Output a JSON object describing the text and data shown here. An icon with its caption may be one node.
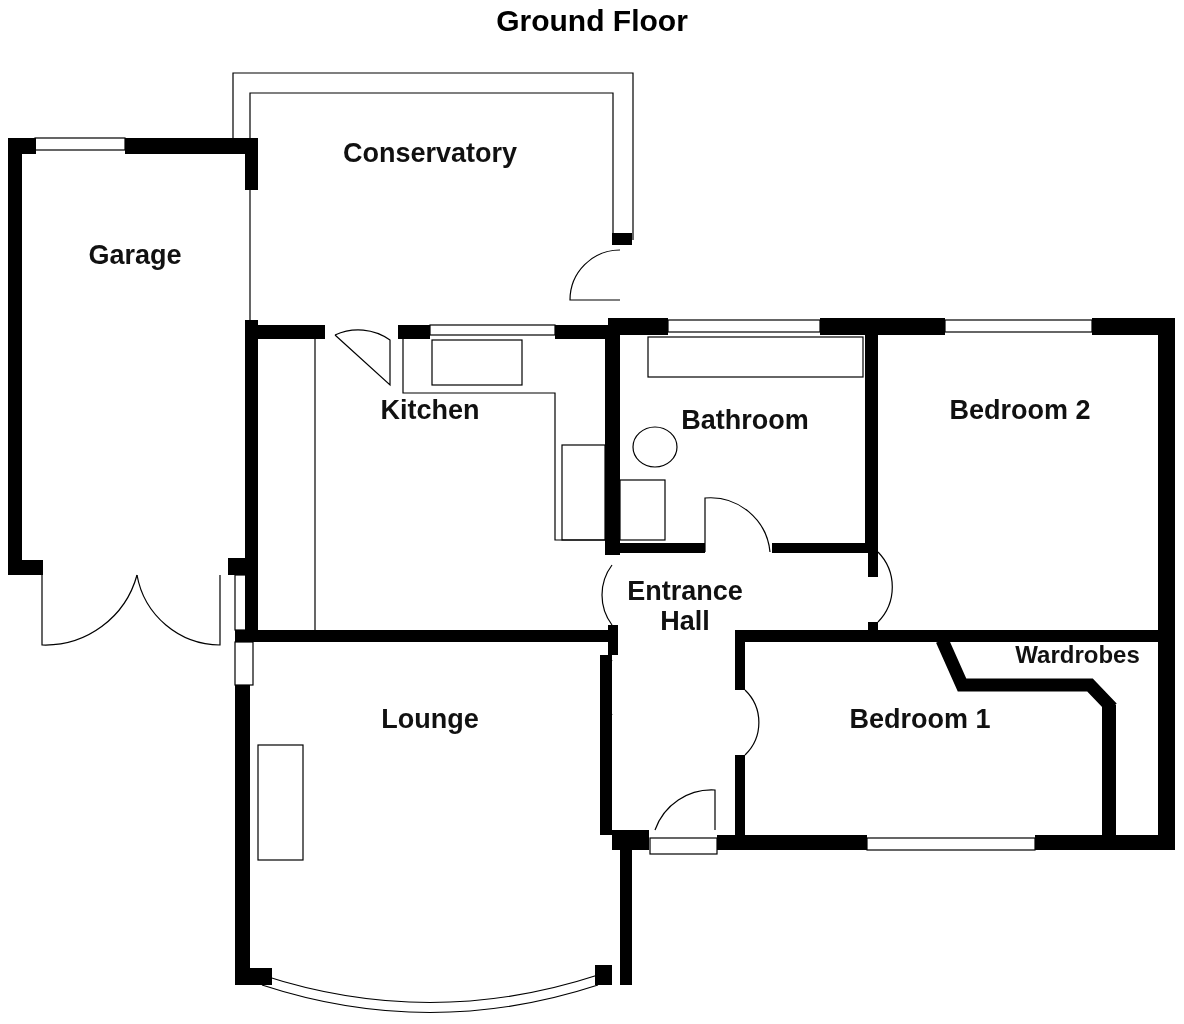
{
  "diagram": {
    "title": "Ground Floor",
    "nodes": [
      {
        "text": [
          "Conservatory"
        ]
      },
      {
        "text": [
          "Garage"
        ]
      },
      {
        "text": [
          "Kitchen"
        ]
      },
      {
        "text": [
          "Bathroom"
        ]
      },
      {
        "text": [
          "Bedroom 2"
        ]
      },
      {
        "text": [
          "Entrance Hall"
        ]
      },
      {
        "text": [
          "Wardrobes"
        ]
      },
      {
        "text": [
          "Lounge"
        ]
      },
      {
        "text": [
          "Bedroom 1"
        ]
      }
    ]
  }
}
